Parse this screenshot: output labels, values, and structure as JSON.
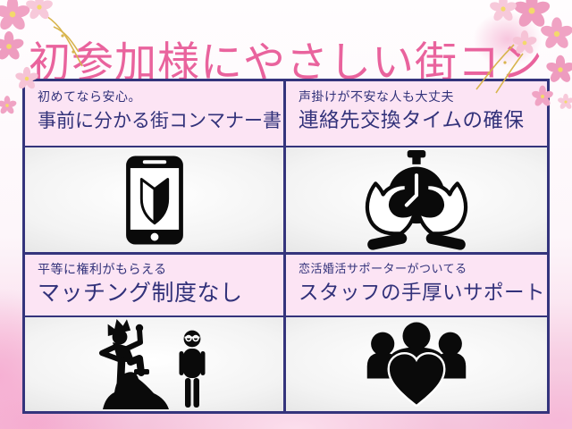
{
  "page": {
    "title": "初参加様にやさしい街コン"
  },
  "palette": {
    "title_pink": "#e9639d",
    "line_navy": "#34347c",
    "header_pink": "#fce4f4",
    "text_indigo": "#32327a",
    "blossom_pink": "#f0a3c4",
    "gold_accent": "#d8b54e",
    "icon_black": "#0a0a0a"
  },
  "decor": {
    "corner_flowers": "cherry-blossom-cluster"
  },
  "features": [
    {
      "subtitle": "初めてなら安心。",
      "title": "事前に分かる街コンマナー書",
      "icon": "beginner-mark-smartphone-icon"
    },
    {
      "subtitle": "声掛けが不安な人も大丈夫",
      "title": "連絡先交換タイムの確保",
      "icon": "stopwatch-in-hands-icon"
    },
    {
      "subtitle": "平等に権利がもらえる",
      "title": "マッチング制度なし",
      "icon": "king-on-rock-and-person-icon"
    },
    {
      "subtitle": "恋活婚活サポーターがついてる",
      "title": "スタッフの手厚いサポート",
      "icon": "group-with-heart-icon"
    }
  ]
}
